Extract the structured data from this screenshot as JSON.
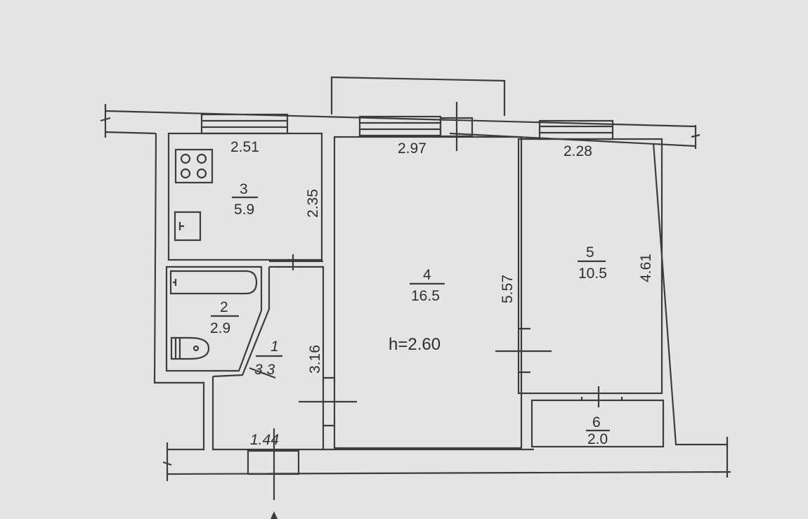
{
  "plan": {
    "ceiling_height": "h=2.60",
    "rooms": [
      {
        "number": "1",
        "area": "3.3"
      },
      {
        "number": "2",
        "area": "2.9"
      },
      {
        "number": "3",
        "area": "5.9"
      },
      {
        "number": "4",
        "area": "16.5"
      },
      {
        "number": "5",
        "area": "10.5"
      },
      {
        "number": "6",
        "area": "2.0"
      }
    ],
    "dimensions": {
      "kitchen_width": "2.51",
      "kitchen_depth": "2.35",
      "living_width": "2.97",
      "living_depth": "5.57",
      "bedroom_width": "2.28",
      "bedroom_depth": "4.61",
      "hall_length": "3.16",
      "hall_width": "1.44"
    },
    "line_color": "#3c3c3e",
    "background_color": "#e5e3e5"
  }
}
